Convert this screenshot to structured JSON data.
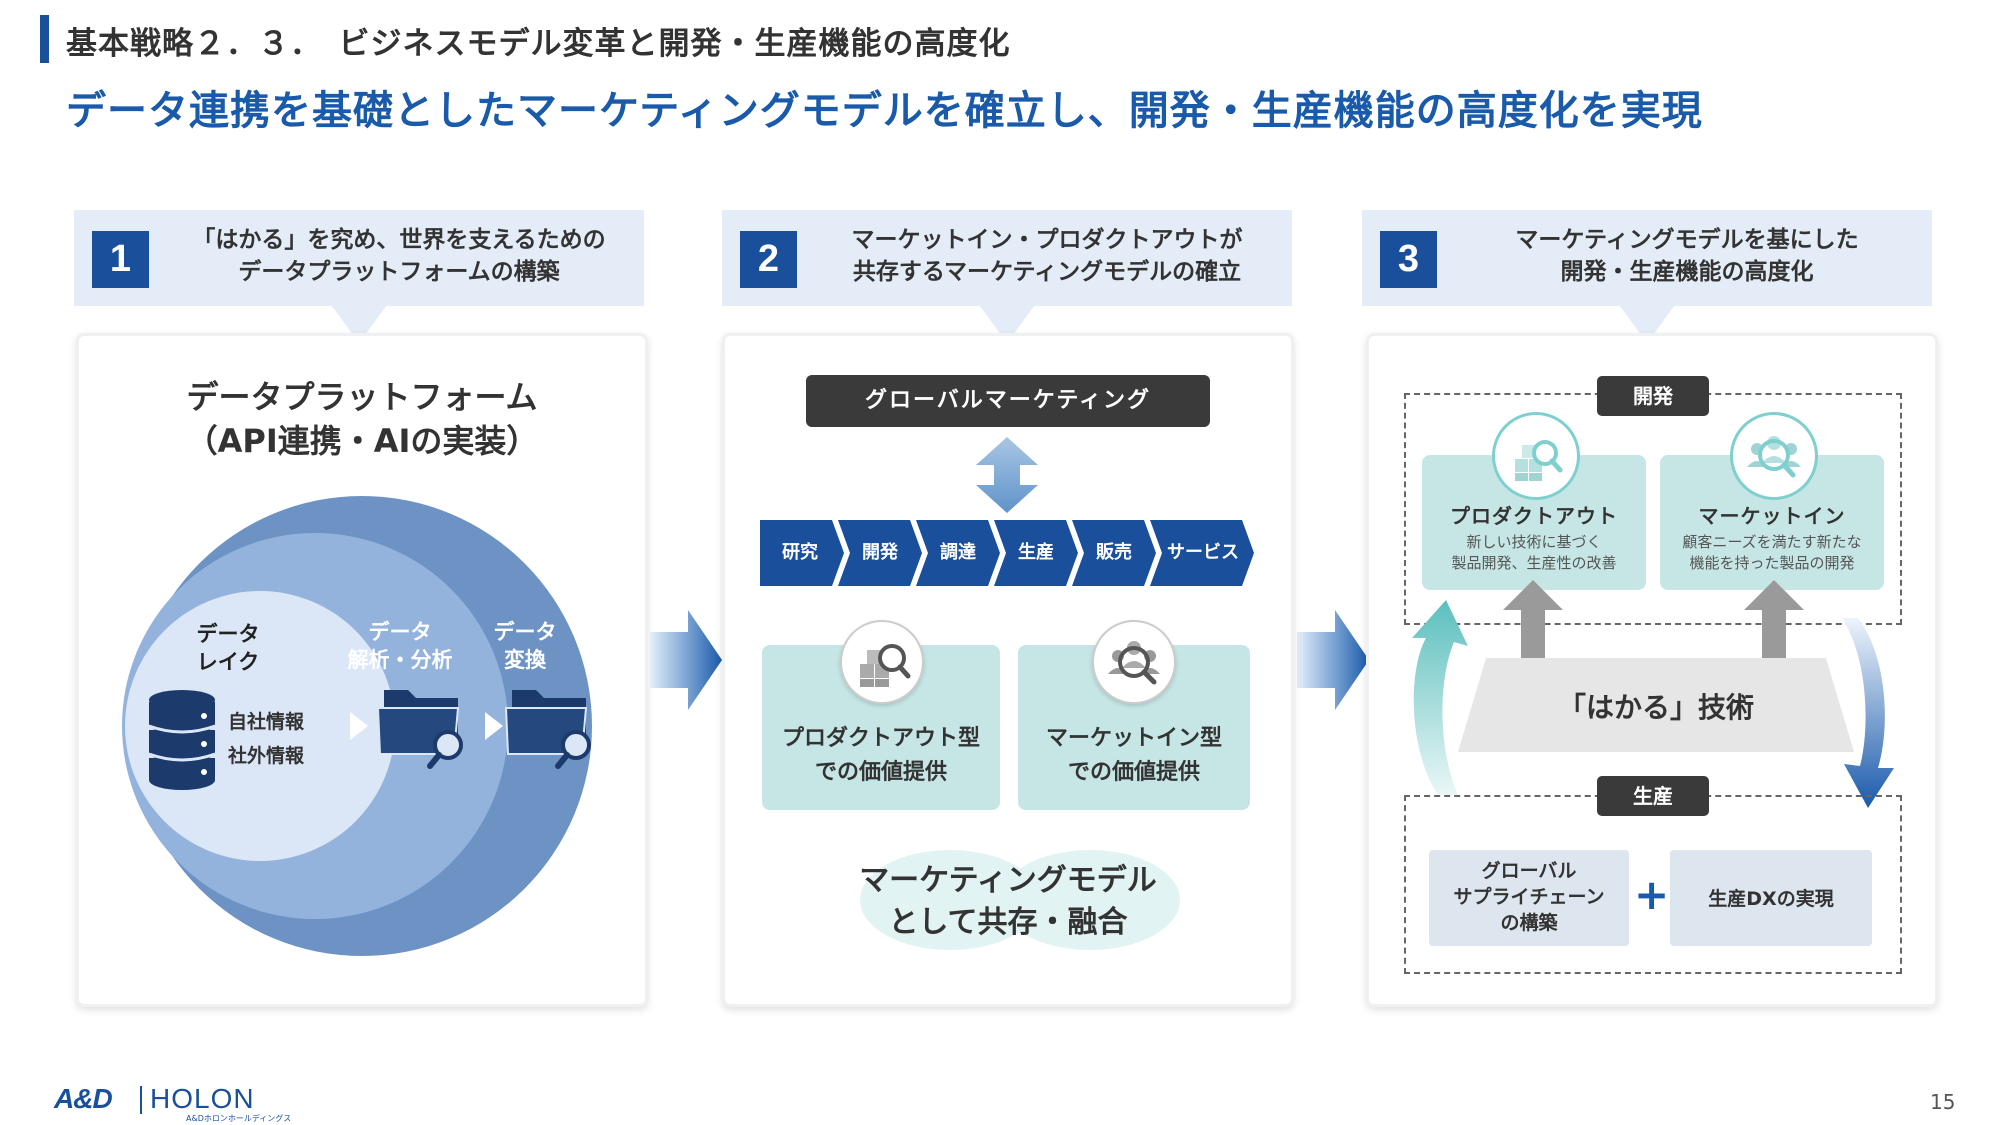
{
  "header": {
    "section_title": "基本戦略２．３．　ビジネスモデル変革と開発・生産機能の高度化",
    "main_title": "データ連携を基礎としたマーケティングモデルを確立し、開発・生産機能の高度化を実現"
  },
  "col1": {
    "num": "1",
    "header_line1": "「はかる」を究め、世界を支えるための",
    "header_line2": "データプラットフォームの構築",
    "title_line1": "データプラットフォーム",
    "title_line2": "（API連携・AIの実装）",
    "lake_label_1": "データ",
    "lake_label_2": "レイク",
    "internal_info": "自社情報",
    "external_info": "社外情報",
    "analysis_label_1": "データ",
    "analysis_label_2": "解析・分析",
    "transform_label_1": "データ",
    "transform_label_2": "変換"
  },
  "col2": {
    "num": "2",
    "header_line1": "マーケットイン・プロダクトアウトが",
    "header_line2": "共存するマーケティングモデルの確立",
    "global_marketing": "グローバルマーケティング",
    "chain": [
      "研究",
      "開発",
      "調達",
      "生産",
      "販売",
      "サービス"
    ],
    "productout_1": "プロダクトアウト型",
    "productout_2": "での価値提供",
    "marketin_1": "マーケットイン型",
    "marketin_2": "での価値提供",
    "coexist_1": "マーケティングモデル",
    "coexist_2": "として共存・融合"
  },
  "col3": {
    "num": "3",
    "header_line1": "マーケティングモデルを基にした",
    "header_line2": "開発・生産機能の高度化",
    "dev_tag": "開発",
    "productout_title": "プロダクトアウト",
    "productout_desc_1": "新しい技術に基づく",
    "productout_desc_2": "製品開発、生産性の改善",
    "marketin_title": "マーケットイン",
    "marketin_desc_1": "顧客ニーズを満たす新たな",
    "marketin_desc_2": "機能を持った製品の開発",
    "hakaru_tech": "「はかる」技術",
    "prod_tag": "生産",
    "supply_1": "グローバル",
    "supply_2": "サプライチェーン",
    "supply_3": "の構築",
    "plus": "+",
    "dx": "生産DXの実現"
  },
  "footer": {
    "logo_and": "A&D",
    "logo_holon": "HOLON",
    "logo_sub": "A&Dホロンホールディングス",
    "page_number": "15"
  },
  "colors": {
    "brand_blue": "#1a4f9c",
    "title_blue": "#1a5aab",
    "teal": "#c5e6e5",
    "dark": "#3a3a3a"
  }
}
